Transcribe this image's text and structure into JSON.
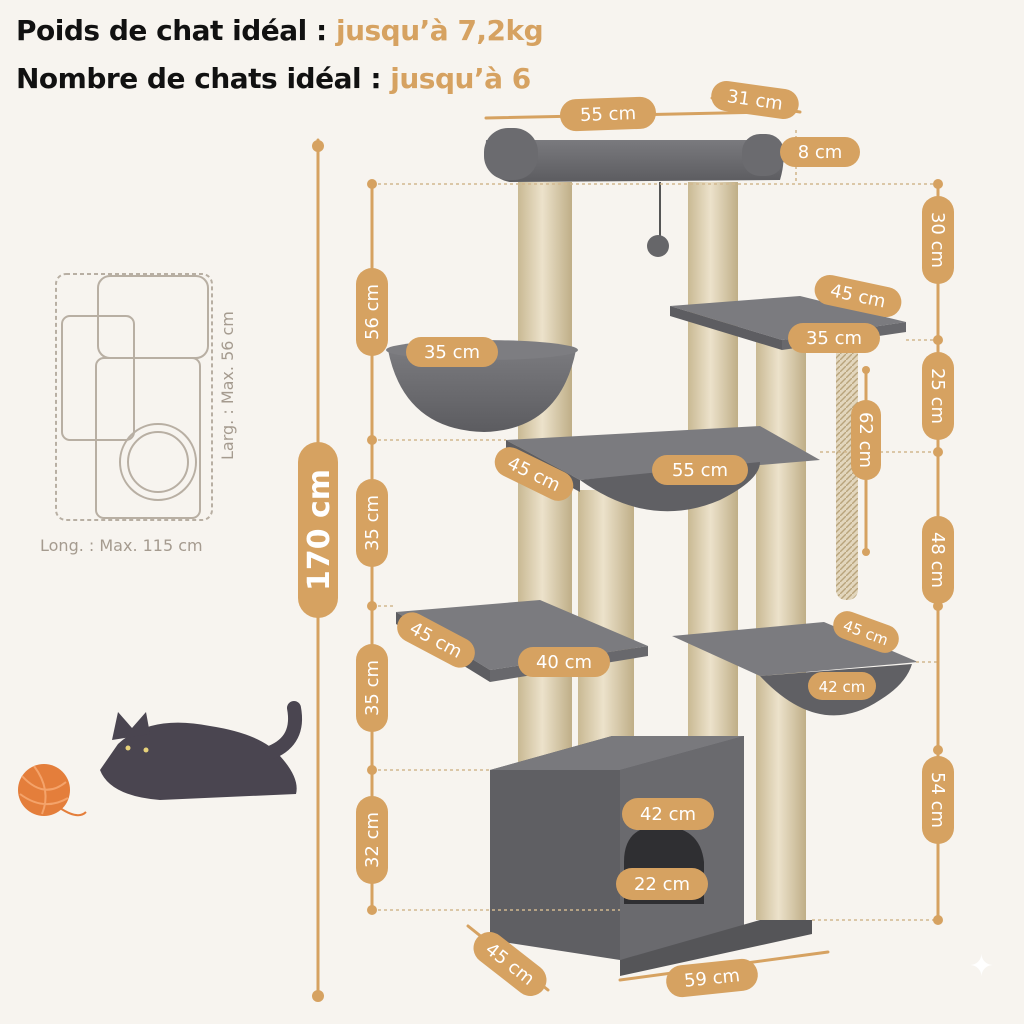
{
  "headline": {
    "weight_label": "Poids de chat idéal :",
    "weight_value": "jusqu’à 7,2kg",
    "cats_label": "Nombre de chats idéal :",
    "cats_value": "jusqu’à 6"
  },
  "area": {
    "width_label": "Larg. : Max. 56 cm",
    "length_label": "Long. : Max. 115 cm"
  },
  "dimensions": {
    "total_height": "170 cm",
    "top_width": "55 cm",
    "top_depth": "31 cm",
    "top_rim": "8 cm",
    "left_56": "56 cm",
    "left_35a": "35 cm",
    "left_35b": "35 cm",
    "left_32": "32 cm",
    "right_30": "30 cm",
    "right_25": "25 cm",
    "right_48": "48 cm",
    "right_54": "54 cm",
    "rope": "62 cm",
    "hammock_top": "35 cm",
    "right_platform_w": "45 cm",
    "right_platform_d": "35 cm",
    "mid_hammock_d": "45 cm",
    "mid_hammock_w": "55 cm",
    "lower_platform_d": "45 cm",
    "lower_platform_w": "40 cm",
    "lower_hammock_a": "45 cm",
    "lower_hammock_b": "42 cm",
    "box_width": "42 cm",
    "door_width": "22 cm",
    "base_depth": "45 cm",
    "base_width": "59 cm"
  },
  "colors": {
    "accent": "#d6a261",
    "plush": "#6e6e72",
    "sisal": "#dccfb4",
    "background": "#f7f4ef"
  },
  "icons": {
    "cat": "sleeping-black-cat",
    "yarn": "orange-yarn-ball",
    "watermark": "sparkle"
  }
}
